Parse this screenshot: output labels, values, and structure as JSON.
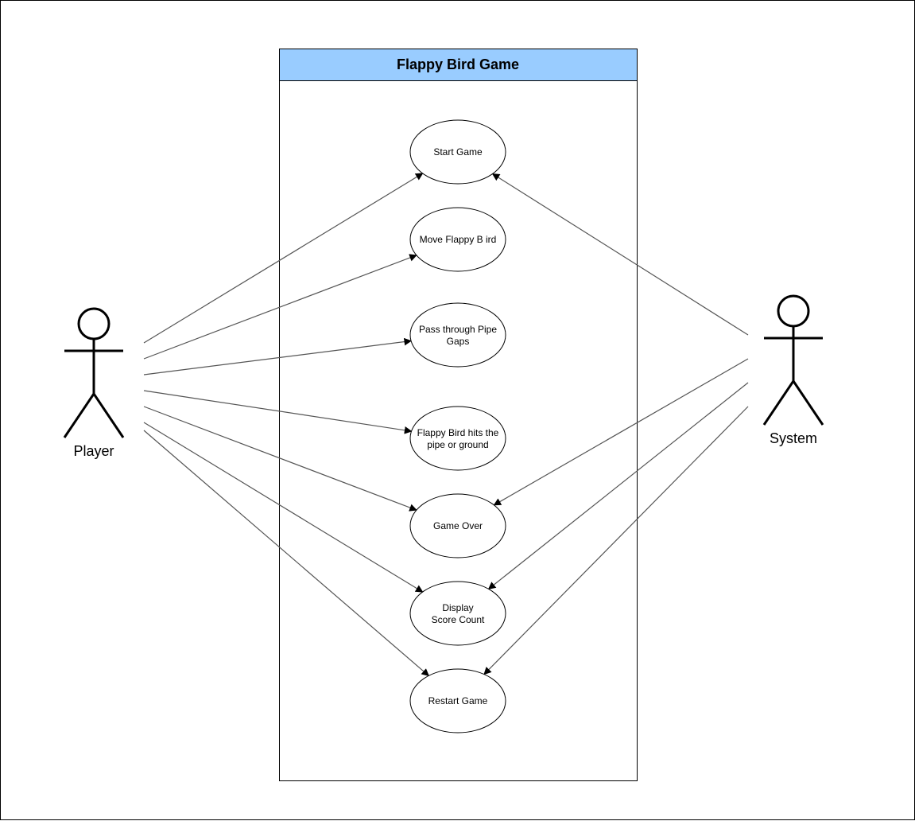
{
  "system_boundary": {
    "title": "Flappy Bird Game",
    "header_color": "#99ccff"
  },
  "actors": [
    {
      "id": "player",
      "label": "Player"
    },
    {
      "id": "system",
      "label": "System"
    }
  ],
  "use_cases": [
    {
      "id": "start-game",
      "lines": [
        "Start Game"
      ]
    },
    {
      "id": "move-flappy-bird",
      "lines": [
        "Move Flappy B ird"
      ]
    },
    {
      "id": "pass-through-pipe-gaps",
      "lines": [
        "Pass through Pipe",
        "Gaps"
      ]
    },
    {
      "id": "hits-pipe-or-ground",
      "lines": [
        "Flappy Bird hits the",
        "pipe or ground"
      ]
    },
    {
      "id": "game-over",
      "lines": [
        "Game Over"
      ]
    },
    {
      "id": "display-score-count",
      "lines": [
        "Display",
        "Score Count"
      ]
    },
    {
      "id": "restart-game",
      "lines": [
        "Restart Game"
      ]
    }
  ],
  "associations": [
    {
      "from": "player",
      "to": "start-game"
    },
    {
      "from": "player",
      "to": "move-flappy-bird"
    },
    {
      "from": "player",
      "to": "pass-through-pipe-gaps"
    },
    {
      "from": "player",
      "to": "hits-pipe-or-ground"
    },
    {
      "from": "player",
      "to": "game-over"
    },
    {
      "from": "player",
      "to": "display-score-count"
    },
    {
      "from": "player",
      "to": "restart-game"
    },
    {
      "from": "system",
      "to": "start-game"
    },
    {
      "from": "system",
      "to": "game-over"
    },
    {
      "from": "system",
      "to": "display-score-count"
    },
    {
      "from": "system",
      "to": "restart-game"
    }
  ],
  "colors": {
    "line": "#555555",
    "stroke": "#000000"
  }
}
